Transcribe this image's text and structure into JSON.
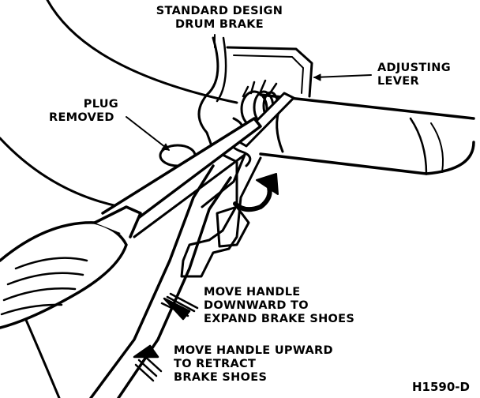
{
  "labels": {
    "standard_design_line1": "STANDARD DESIGN",
    "standard_design_line2": "DRUM BRAKE",
    "adjusting_lever_line1": "ADJUSTING",
    "adjusting_lever_line2": "LEVER",
    "plug_removed_line1": "PLUG",
    "plug_removed_line2": "REMOVED",
    "move_down_line1": "MOVE HANDLE",
    "move_down_line2": "DOWNWARD TO",
    "move_down_line3": "EXPAND BRAKE SHOES",
    "move_up_line1": "MOVE HANDLE UPWARD",
    "move_up_line2": "TO RETRACT",
    "move_up_line3": "BRAKE SHOES",
    "figure_code": "H1590-D"
  },
  "colors": {
    "ink": "#000000",
    "paper": "#ffffff"
  }
}
